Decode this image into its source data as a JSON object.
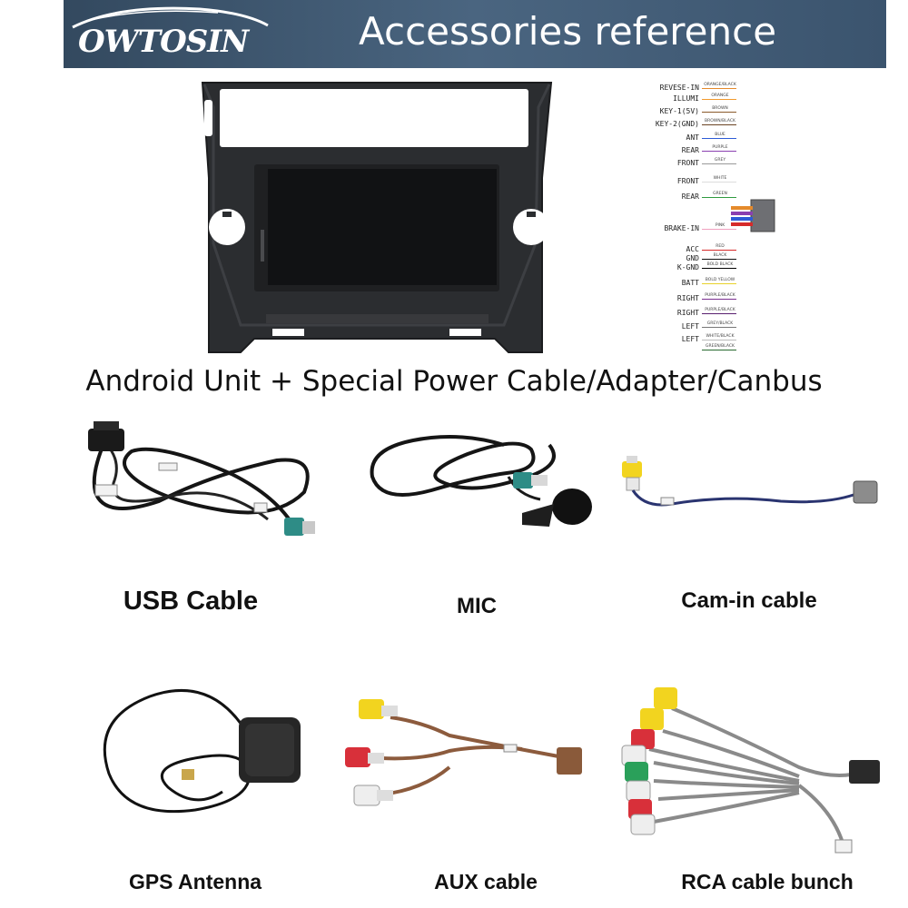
{
  "header": {
    "brand": "OWTOSIN",
    "title": "Accessories reference"
  },
  "main_caption": "Android Unit + Special Power Cable/Adapter/Canbus",
  "wiring_labels": [
    {
      "label": "REVESE-IN",
      "color_name": "ORANGE/BLACK",
      "hex": "#e58a2b"
    },
    {
      "label": "ILLUMI",
      "color_name": "ORANGE",
      "hex": "#f29a2e"
    },
    {
      "label": "KEY-1(5V)",
      "color_name": "BROWN",
      "hex": "#8a5a2b"
    },
    {
      "label": "KEY-2(GND)",
      "color_name": "BROWN/BLACK",
      "hex": "#6b4424"
    },
    {
      "label": "ANT",
      "color_name": "BLUE",
      "hex": "#2d5bd6"
    },
    {
      "label": "REAR",
      "color_name": "PURPLE",
      "hex": "#8a3fb0"
    },
    {
      "label": "FRONT",
      "color_name": "GREY",
      "hex": "#999999"
    },
    {
      "label": "FRONT",
      "color_name": "WHITE",
      "hex": "#dddddd"
    },
    {
      "label": "REAR",
      "color_name": "GREEN",
      "hex": "#2f9a3f"
    },
    {
      "label": "BRAKE-IN",
      "color_name": "PINK",
      "hex": "#f0a0c0"
    },
    {
      "label": "ACC",
      "color_name": "RED",
      "hex": "#d62a2a"
    },
    {
      "label": "GND",
      "color_name": "BLACK",
      "hex": "#111111"
    },
    {
      "label": "K-GND",
      "color_name": "BOLD BLACK",
      "hex": "#000000"
    },
    {
      "label": "BATT",
      "color_name": "BOLD YELLOW",
      "hex": "#e8d12a"
    },
    {
      "label": "RIGHT",
      "color_name": "PURPLE/BLACK",
      "hex": "#7a2f90"
    },
    {
      "label": "RIGHT",
      "color_name": "PURPLE/BLACK",
      "hex": "#5a2070"
    },
    {
      "label": "LEFT",
      "color_name": "GREY/BLACK",
      "hex": "#777777"
    },
    {
      "label": "LEFT",
      "color_name": "WHITE/BLACK",
      "hex": "#bbbbbb"
    },
    {
      "label": "",
      "color_name": "GREEN/BLACK",
      "hex": "#2a6a30"
    }
  ],
  "accessories": [
    {
      "label": "USB Cable"
    },
    {
      "label": "MIC"
    },
    {
      "label": "Cam-in cable"
    },
    {
      "label": "GPS Antenna"
    },
    {
      "label": "AUX cable"
    },
    {
      "label": "RCA cable bunch"
    }
  ],
  "colors": {
    "banner": "#3b546e",
    "rca_yellow": "#f2d41f",
    "rca_red": "#d8303a",
    "rca_white": "#f0f0f0",
    "rca_green": "#2aa05a",
    "connector_teal": "#2e8c86"
  }
}
